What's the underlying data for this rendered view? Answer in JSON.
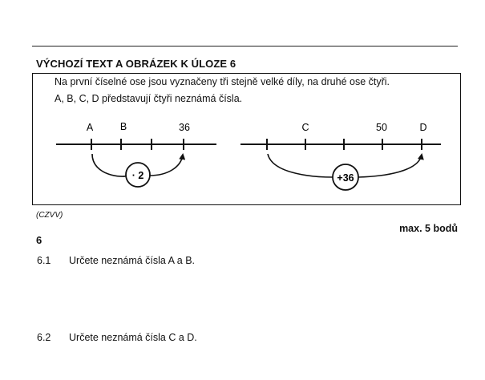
{
  "header": {
    "title": "VÝCHOZÍ TEXT A OBRÁZEK K ÚLOZE 6"
  },
  "intro": {
    "line1": "Na první číselné ose jsou vyznačeny tři stejně velké díly, na druhé ose čtyři.",
    "line2": "A, B, C, D představují čtyři neznámá čísla."
  },
  "figure": {
    "axis1": {
      "labels": [
        "A",
        "B",
        "36"
      ],
      "operation": "· 2"
    },
    "axis2": {
      "labels": [
        "C",
        "50",
        "D"
      ],
      "operation": "+36"
    }
  },
  "source": "(CZVV)",
  "points": "max. 5 bodů",
  "question": {
    "number": "6",
    "items": [
      {
        "number": "6.1",
        "text": "Určete neznámá čísla A a B."
      },
      {
        "number": "6.2",
        "text": "Určete neznámá čísla C a D."
      }
    ]
  }
}
